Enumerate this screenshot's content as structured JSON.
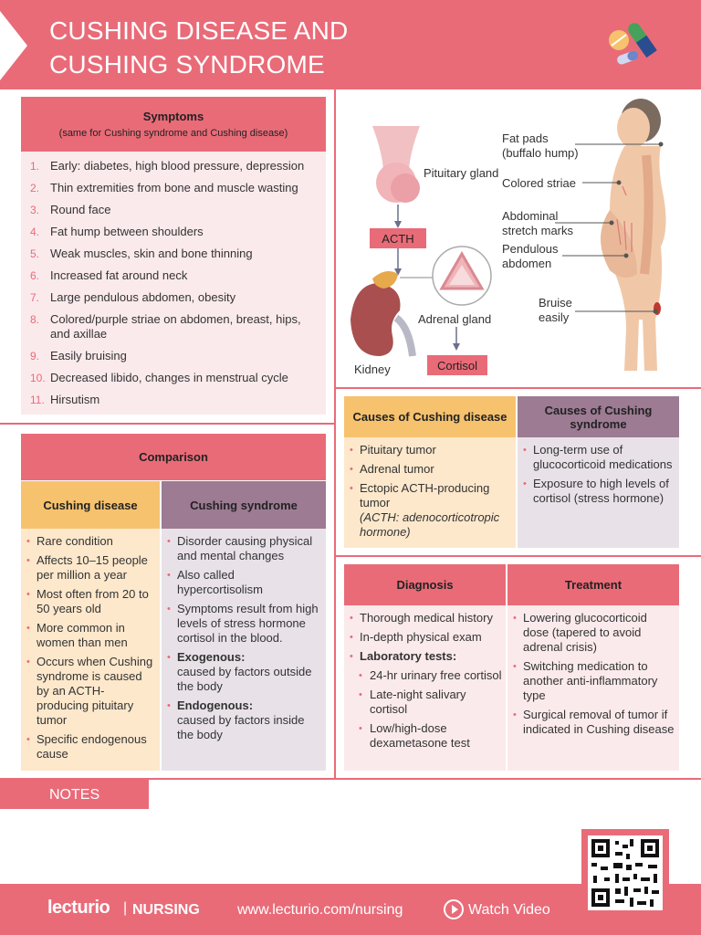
{
  "header": {
    "title_line1": "CUSHING DISEASE AND",
    "title_line2": "CUSHING SYNDROME",
    "icon": "pills-icon"
  },
  "symptoms": {
    "title": "Symptoms",
    "subtitle": "(same for Cushing syndrome and Cushing disease)",
    "items": [
      {
        "n": "1.",
        "text": "Early: diabetes, high blood pressure, depression"
      },
      {
        "n": "2.",
        "text": "Thin extremities from bone and muscle wasting"
      },
      {
        "n": "3.",
        "text": "Round face"
      },
      {
        "n": "4.",
        "text": "Fat hump between shoulders"
      },
      {
        "n": "5.",
        "text": "Weak muscles, skin and bone thinning"
      },
      {
        "n": "6.",
        "text": "Increased fat around neck"
      },
      {
        "n": "7.",
        "text": "Large pendulous abdomen, obesity"
      },
      {
        "n": "8.",
        "text": "Colored/purple striae on abdomen, breast, hips, and axillae"
      },
      {
        "n": "9.",
        "text": "Easily bruising"
      },
      {
        "n": "10.",
        "text": "Decreased libido, changes in menstrual cycle"
      },
      {
        "n": "11.",
        "text": "Hirsutism"
      }
    ]
  },
  "diagram": {
    "pituitary": "Pituitary gland",
    "acth": "ACTH",
    "adrenal": "Adrenal gland",
    "kidney": "Kidney",
    "cortisol": "Cortisol",
    "fat_pads_1": "Fat pads",
    "fat_pads_2": "(buffalo hump)",
    "colored_striae": "Colored striae",
    "abdominal_1": "Abdominal",
    "abdominal_2": "stretch marks",
    "pendulous_1": "Pendulous",
    "pendulous_2": "abdomen",
    "bruise_1": "Bruise",
    "bruise_2": "easily"
  },
  "comparison": {
    "title": "Comparison",
    "disease_title": "Cushing disease",
    "syndrome_title": "Cushing syndrome",
    "disease_items": [
      "Rare condition",
      "Affects 10–15 people per million a year",
      "Most often from 20 to 50 years old",
      "More common in women than men",
      "Occurs when Cushing syndrome is caused by an ACTH-producing pituitary tumor",
      "Specific endogenous cause"
    ],
    "syndrome_items": [
      "Disorder causing physical and mental changes",
      "Also called hypercortisolism",
      "Symptoms result from high levels of stress hormone cortisol in the blood."
    ],
    "exogenous_label": "Exogenous:",
    "exogenous_text": "caused by factors outside the body",
    "endogenous_label": "Endogenous:",
    "endogenous_text": "caused by factors inside the body"
  },
  "causes": {
    "disease_title": "Causes of Cushing disease",
    "syndrome_title": "Causes of Cushing syndrome",
    "disease_items": [
      "Pituitary tumor",
      "Adrenal tumor",
      "Ectopic ACTH-producing tumor"
    ],
    "disease_note": "(ACTH: adenocorticotropic hormone)",
    "syndrome_items": [
      "Long-term use of glucocorticoid medications",
      "Exposure to high levels of cortisol (stress hormone)"
    ]
  },
  "diagnosis": {
    "title": "Diagnosis",
    "items": [
      "Thorough medical history",
      "In-depth physical exam"
    ],
    "lab_label": "Laboratory tests:",
    "lab_items": [
      "24-hr urinary free cortisol",
      "Late-night salivary cortisol",
      "Low/high-dose dexametasone test"
    ]
  },
  "treatment": {
    "title": "Treatment",
    "items": [
      "Lowering glucocorticoid dose (tapered to avoid adrenal crisis)",
      "Switching medication to another anti-inflammatory type",
      "Surgical removal of tumor if indicated in Cushing disease"
    ]
  },
  "notes": {
    "label": "NOTES"
  },
  "footer": {
    "logo": "lecturio",
    "separator": "|",
    "nursing": "NURSING",
    "url": "www.lecturio.com/nursing",
    "watch": "Watch Video",
    "qr": "qr-code"
  },
  "colors": {
    "primary": "#e96b78",
    "disease": "#f6c26e",
    "syndrome": "#9c7b93"
  }
}
